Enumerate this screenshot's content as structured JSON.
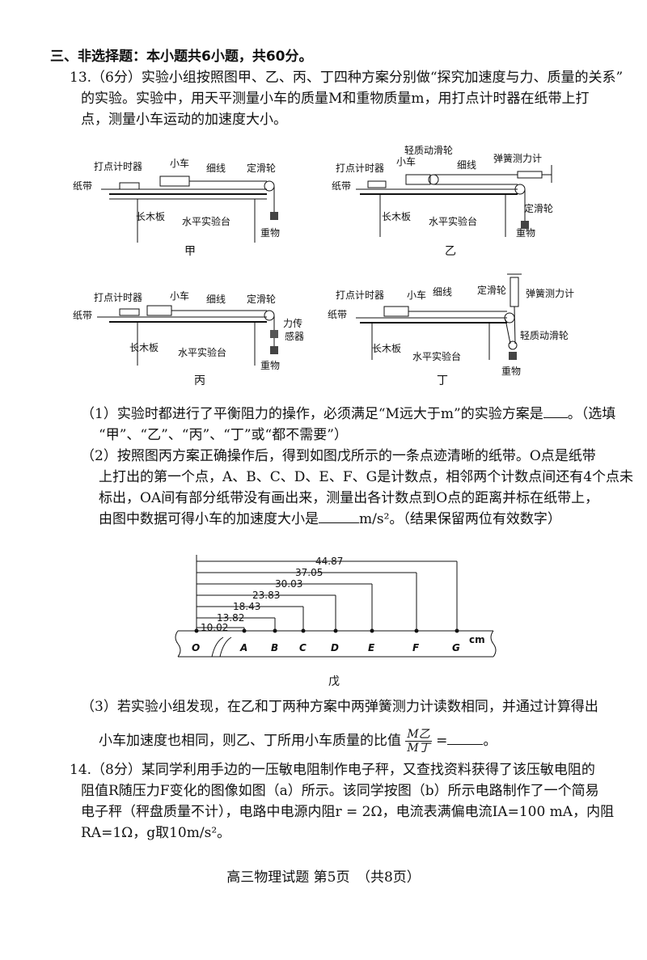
{
  "section_header": "三、非选择题：本小题共6小题，共60分。",
  "q13": {
    "lines": [
      "13.（6分）实验小组按照图甲、乙、丙、丁四种方案分别做“探究加速度与力、质量的关系”",
      "的实验。实验中，用天平测量小车的质量M和重物质量m，用打点计时器在纸带上打",
      "点，测量小车运动的加速度大小。"
    ],
    "fig_jia": {
      "labels": [
        "打点计时器",
        "小车",
        "细线",
        "定滑轮",
        "纸带",
        "长木板",
        "水平实验台",
        "重物"
      ],
      "caption": "甲"
    },
    "fig_yi": {
      "labels": [
        "轻质动滑轮",
        "弹簧测力计",
        "打点计时器",
        "小车",
        "细线",
        "纸带",
        "定滑轮",
        "长木板",
        "水平实验台",
        "重物"
      ],
      "caption": "乙"
    },
    "fig_bing": {
      "labels": [
        "打点计时器",
        "小车",
        "细线",
        "定滑轮",
        "纸带",
        "力传",
        "感器",
        "长木板",
        "水平实验台",
        "重物"
      ],
      "caption": "丙"
    },
    "fig_ding": {
      "labels": [
        "打点计时器",
        "小车",
        "细线",
        "定滑轮",
        "弹簧测力计",
        "纸带",
        "轻质动滑轮",
        "长木板",
        "水平实验台",
        "重物"
      ],
      "caption": "丁"
    },
    "p1_a": "（1）实验时都进行了平衡阻力的操作，必须满足“M远大于m”的实验方案是",
    "p1_b": "。（选填",
    "p1_c": "“甲”、“乙”、“丙”、“丁”或“都不需要”）",
    "p2_lines": [
      "（2）按照图丙方案正确操作后，得到如图戊所示的一条点迹清晰的纸带。O点是纸带",
      "上打出的第一个点，A、B、C、D、E、F、G是计数点，相邻两个计数点间还有4个点未",
      "标出，OA间有部分纸带没有画出来，测量出各计数点到O点的距离并标在纸带上，"
    ],
    "p2_last_a": "由图中数据可得小车的加速度大小是",
    "p2_last_b": "m/s²。（结果保留两位有效数字）",
    "tape": {
      "distances": [
        "44.87",
        "37.05",
        "30.03",
        "23.83",
        "18.43",
        "13.82",
        "10.02"
      ],
      "points": [
        "O",
        "A",
        "B",
        "C",
        "D",
        "E",
        "F",
        "G"
      ],
      "unit": "cm",
      "caption": "戊"
    },
    "p3_a": "（3）若实验小组发现，在乙和丁两种方案中两弹簧测力计读数相同，并通过计算得出",
    "p3_b": "小车加速度也相同，则乙、丁所用小车质量的比值",
    "p3_frac_num": "M乙",
    "p3_frac_den": "M丁",
    "p3_c": "=",
    "p3_d": "。"
  },
  "q14": {
    "lines": [
      "14.（8分）某同学利用手边的一压敏电阻制作电子秤，又查找资料获得了该压敏电阻的",
      "阻值R随压力F变化的图像如图（a）所示。该同学按图（b）所示电路制作了一个简易",
      "电子秤（秤盘质量不计），电路中电源内阻r = 2Ω，电流表满偏电流IA=100 mA，内阻",
      "RA=1Ω，g取10m/s²。"
    ]
  },
  "footer": "高三物理试题 第5页　（共8页）"
}
